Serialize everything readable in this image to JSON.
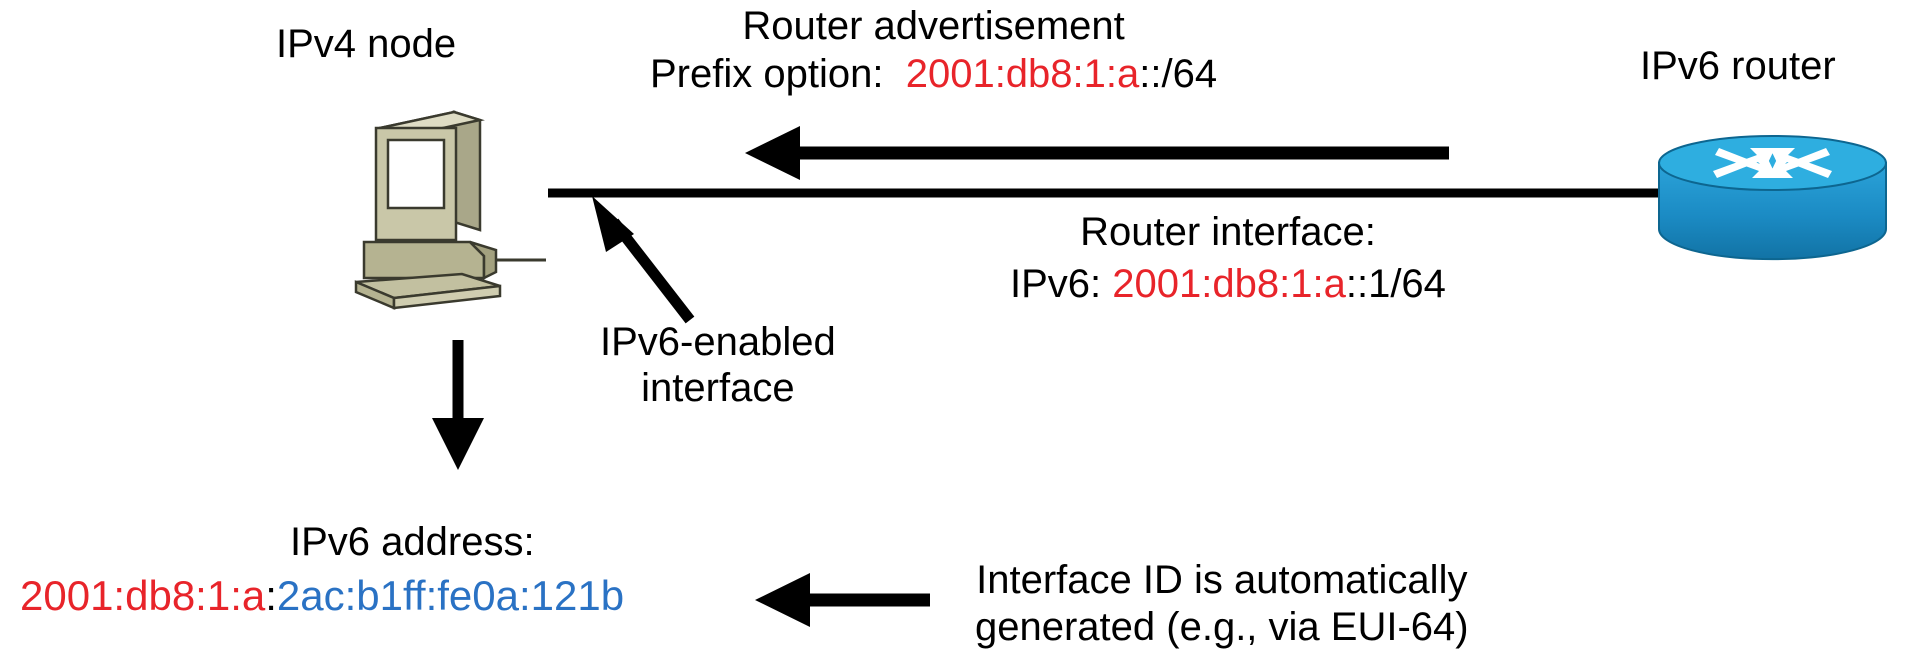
{
  "diagram": {
    "title_node": "IPv4 node",
    "title_router": "IPv6 router",
    "router_advertisement": {
      "line1": "Router advertisement",
      "line2_label": "Prefix option:",
      "line2_prefix": "2001:db8:1:a",
      "line2_suffix": "::/64"
    },
    "interface_callout": {
      "line1": "IPv6-enabled",
      "line2": "interface"
    },
    "router_interface": {
      "line1": "Router interface:",
      "line2_label": "IPv6:",
      "line2_prefix": "2001:db8:1:a",
      "line2_suffix": "::1/64"
    },
    "node_address": {
      "caption": "IPv6 address:",
      "prefix": "2001:db8:1:a",
      "separator": ":",
      "interface_id": "2ac:b1ff:fe0a:121b"
    },
    "eui_note": {
      "line1": "Interface ID is automatically",
      "line2": "generated (e.g., via EUI-64)"
    },
    "colors": {
      "prefix_red": "#e8242a",
      "interface_id_blue": "#2a72c4",
      "router_blue": "#1b8bc4",
      "computer_body": "#b5b391",
      "line_black": "#000000"
    }
  }
}
